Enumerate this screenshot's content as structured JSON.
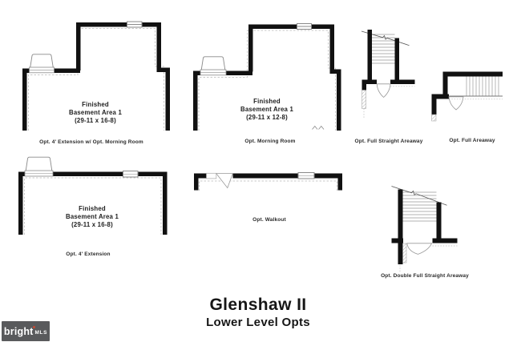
{
  "title": {
    "name": "Glenshaw II",
    "subtitle": "Lower Level Opts"
  },
  "plans": {
    "extension_morning": {
      "label": [
        "Finished",
        "Basement Area 1",
        "(29-11 x 16-8)"
      ],
      "caption": "Opt. 4' Extension w/ Opt. Morning Room"
    },
    "morning": {
      "label": [
        "Finished",
        "Basement Area 1",
        "(29-11 x 12-8)"
      ],
      "caption": "Opt. Morning Room"
    },
    "extension": {
      "label": [
        "Finished",
        "Basement Area 1",
        "(29-11 x 16-8)"
      ],
      "caption": "Opt. 4' Extension"
    },
    "walkout": {
      "caption": "Opt. Walkout"
    },
    "full_straight_areaway": {
      "caption": "Opt. Full Straight Areaway"
    },
    "full_areaway": {
      "caption": "Opt. Full Areaway"
    },
    "double_full_straight_areaway": {
      "caption": "Opt. Double Full Straight Areaway"
    }
  },
  "logo": {
    "brand": "bright",
    "suffix": "MLS"
  },
  "colors": {
    "wall": "#111111",
    "interior_dash": "#c9c9c9",
    "thin_line": "#8a8a8a",
    "logo_bg": "#595a5c",
    "logo_dot": "#c64a33",
    "text": "#1d1d1d"
  }
}
